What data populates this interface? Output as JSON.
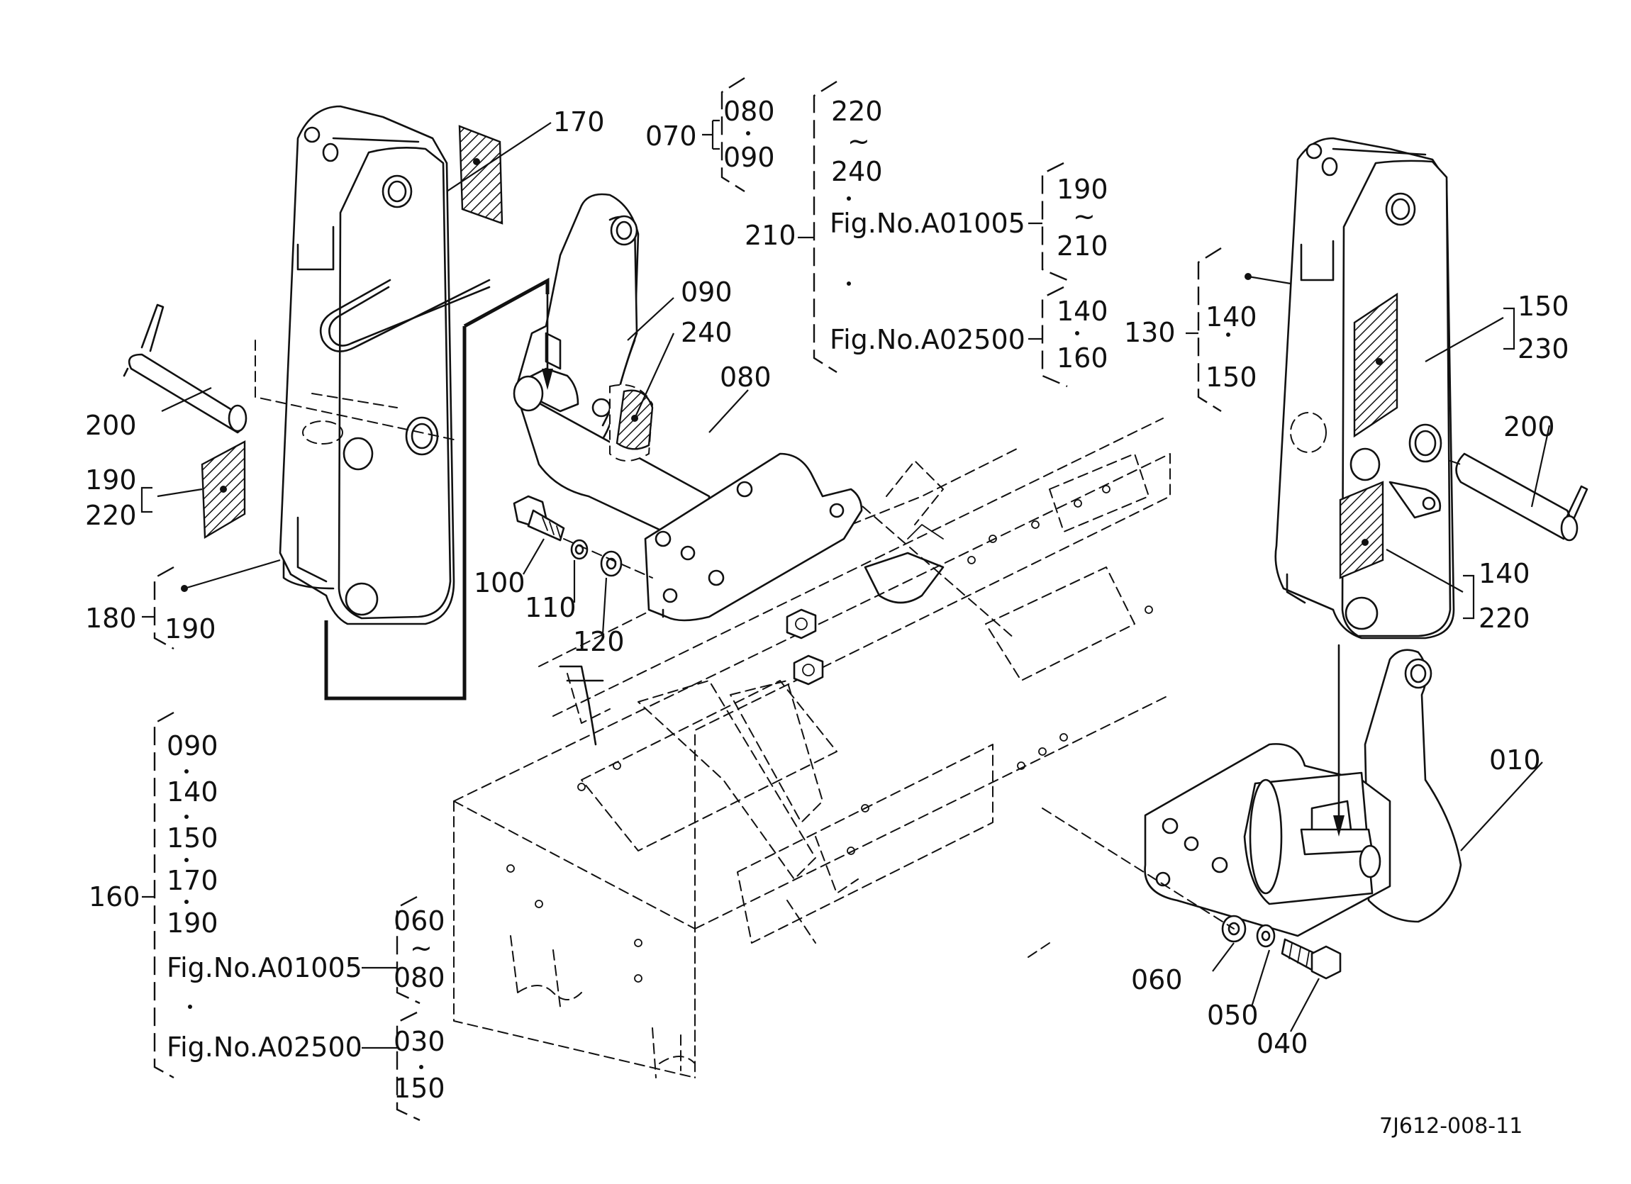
{
  "diagram_code": "7J612-008-11",
  "labels": {
    "p010": "010",
    "p040": "040",
    "p050": "050",
    "p060": "060",
    "p070": "070",
    "p080_top": "080",
    "p090_top": "090",
    "p080": "080",
    "p090": "090",
    "p240": "240",
    "p100": "100",
    "p110": "110",
    "p120": "120",
    "p130": "130",
    "p140_130": "140",
    "p150_130": "150",
    "p150_r": "150",
    "p230_r": "230",
    "p140_r": "140",
    "p220_r": "220",
    "p200_l": "200",
    "p200_r": "200",
    "p170": "170",
    "p190_l": "190",
    "p220_l": "220",
    "p180": "180",
    "p190_180": "190",
    "p210": "210",
    "p220_210": "220",
    "p240_210": "240",
    "fig_a01005_210": "Fig.No.A01005",
    "p190_sub": "190",
    "p210_sub": "210",
    "fig_a02500_210": "Fig.No.A02500",
    "p140_sub": "140",
    "p160_sub": "160",
    "p160": "160",
    "p090_160": "090",
    "p140_160": "140",
    "p150_160": "150",
    "p170_160": "170",
    "p190_160": "190",
    "fig_a01005_160": "Fig.No.A01005",
    "p060_sub": "060",
    "p080_sub": "080",
    "fig_a02500_160": "Fig.No.A02500",
    "p030_sub": "030",
    "p150_sub": "150"
  }
}
